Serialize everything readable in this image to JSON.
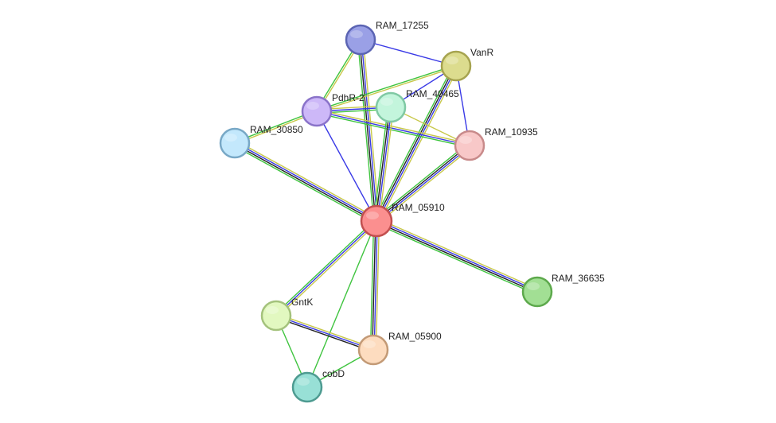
{
  "nodes": [
    {
      "id": "RAM_17255",
      "label": "RAM_17255",
      "color": "#9aa0e6",
      "stroke": "#5b64b3"
    },
    {
      "id": "VanR",
      "label": "VanR",
      "color": "#dcdc8e",
      "stroke": "#a6a34f"
    },
    {
      "id": "PdhR-2",
      "label": "PdhR-2",
      "color": "#cdb8f8",
      "stroke": "#8a73c9"
    },
    {
      "id": "RAM_40465",
      "label": "RAM_40465",
      "color": "#c3f5dc",
      "stroke": "#80c9a4"
    },
    {
      "id": "RAM_30850",
      "label": "RAM_30850",
      "color": "#c3e8fc",
      "stroke": "#78a8c6"
    },
    {
      "id": "RAM_10935",
      "label": "RAM_10935",
      "color": "#f8c8c8",
      "stroke": "#c88a8a"
    },
    {
      "id": "RAM_05910",
      "label": "RAM_05910",
      "color": "#fb8f8f",
      "stroke": "#c24f4f"
    },
    {
      "id": "RAM_36635",
      "label": "RAM_36635",
      "color": "#a2df94",
      "stroke": "#5da94c"
    },
    {
      "id": "GntK",
      "label": "GntK",
      "color": "#e2f8c0",
      "stroke": "#a4c27c"
    },
    {
      "id": "RAM_05900",
      "label": "RAM_05900",
      "color": "#fddcbf",
      "stroke": "#c39a76"
    },
    {
      "id": "cobD",
      "label": "cobD",
      "color": "#98e0d6",
      "stroke": "#4e9b91"
    }
  ],
  "edge_colors": {
    "coexpression": "#222222",
    "textmining": "#c8c84a",
    "database": "#3a3ae6",
    "experiments": "#3fc43f"
  },
  "edges": [
    {
      "source": "RAM_17255",
      "target": "VanR",
      "types": [
        "database"
      ]
    },
    {
      "source": "RAM_17255",
      "target": "PdhR-2",
      "types": [
        "textmining",
        "experiments"
      ]
    },
    {
      "source": "RAM_17255",
      "target": "RAM_05910",
      "types": [
        "textmining",
        "database",
        "coexpression",
        "experiments"
      ]
    },
    {
      "source": "VanR",
      "target": "PdhR-2",
      "types": [
        "textmining",
        "experiments"
      ]
    },
    {
      "source": "VanR",
      "target": "RAM_40465",
      "types": [
        "database"
      ]
    },
    {
      "source": "VanR",
      "target": "RAM_10935",
      "types": [
        "database"
      ]
    },
    {
      "source": "VanR",
      "target": "RAM_05910",
      "types": [
        "textmining",
        "database",
        "coexpression",
        "experiments"
      ]
    },
    {
      "source": "PdhR-2",
      "target": "RAM_40465",
      "types": [
        "textmining",
        "database",
        "experiments"
      ]
    },
    {
      "source": "PdhR-2",
      "target": "RAM_30850",
      "types": [
        "textmining",
        "experiments"
      ]
    },
    {
      "source": "PdhR-2",
      "target": "RAM_10935",
      "types": [
        "textmining",
        "database",
        "experiments"
      ]
    },
    {
      "source": "PdhR-2",
      "target": "RAM_05910",
      "types": [
        "database"
      ]
    },
    {
      "source": "RAM_40465",
      "target": "RAM_05910",
      "types": [
        "textmining",
        "database",
        "coexpression",
        "experiments"
      ]
    },
    {
      "source": "RAM_40465",
      "target": "RAM_10935",
      "types": [
        "textmining"
      ]
    },
    {
      "source": "RAM_30850",
      "target": "RAM_05910",
      "types": [
        "textmining",
        "database",
        "coexpression",
        "experiments"
      ]
    },
    {
      "source": "RAM_10935",
      "target": "RAM_05910",
      "types": [
        "textmining",
        "database",
        "coexpression",
        "experiments"
      ]
    },
    {
      "source": "RAM_05910",
      "target": "RAM_36635",
      "types": [
        "textmining",
        "database",
        "coexpression",
        "experiments"
      ]
    },
    {
      "source": "RAM_05910",
      "target": "GntK",
      "types": [
        "textmining",
        "database",
        "experiments"
      ]
    },
    {
      "source": "RAM_05910",
      "target": "RAM_05900",
      "types": [
        "textmining",
        "database",
        "coexpression",
        "experiments"
      ]
    },
    {
      "source": "RAM_05910",
      "target": "cobD",
      "types": [
        "experiments"
      ]
    },
    {
      "source": "GntK",
      "target": "RAM_05900",
      "types": [
        "textmining",
        "database",
        "coexpression"
      ]
    },
    {
      "source": "GntK",
      "target": "cobD",
      "types": [
        "experiments"
      ]
    },
    {
      "source": "RAM_05900",
      "target": "cobD",
      "types": [
        "experiments"
      ]
    }
  ]
}
